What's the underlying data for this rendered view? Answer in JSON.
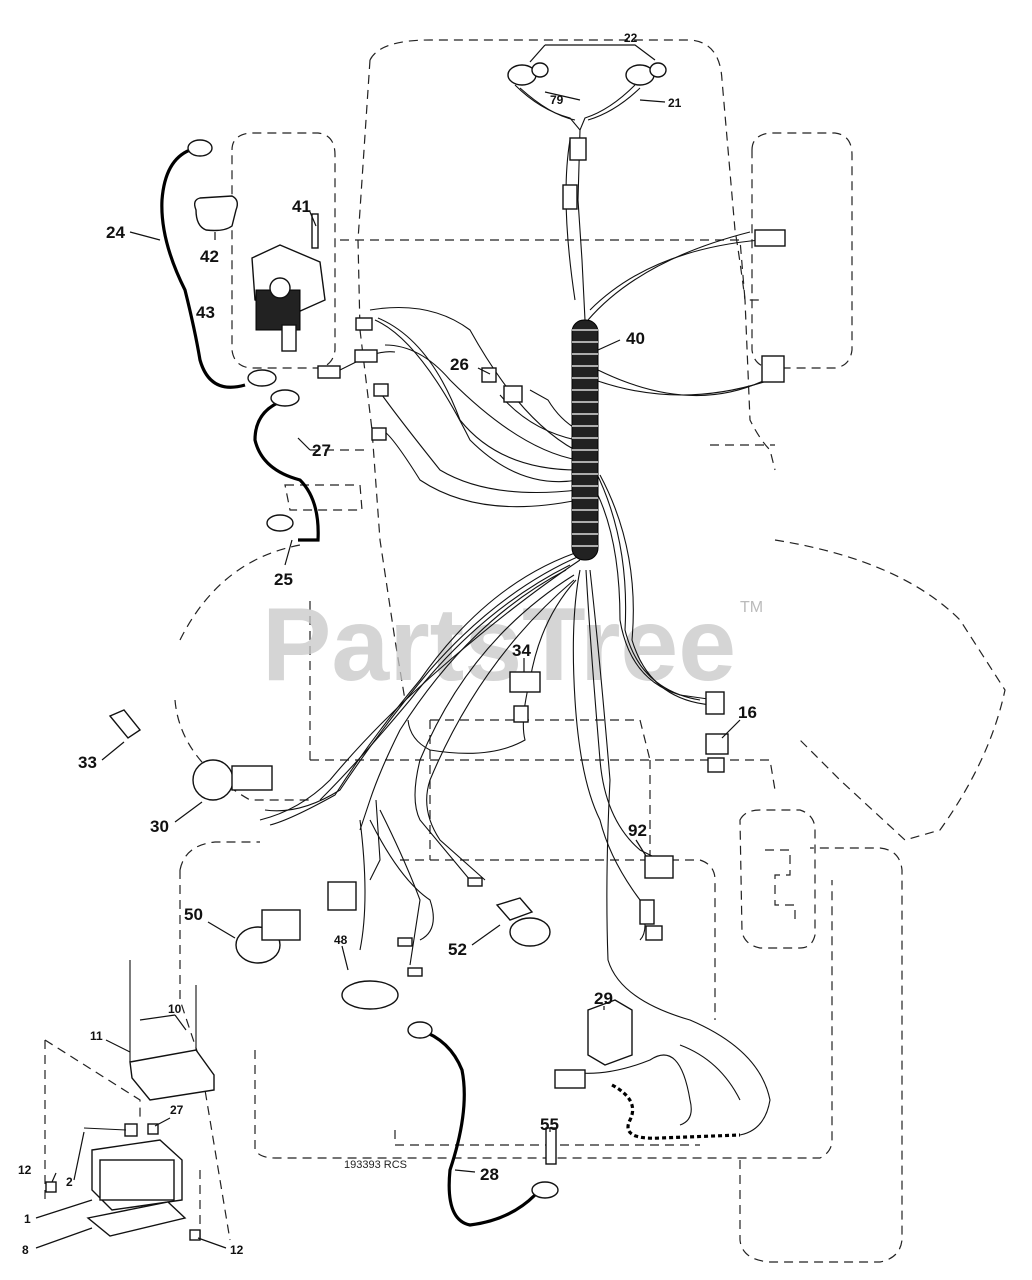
{
  "watermark": {
    "text": "PartsTree",
    "tm": "TM"
  },
  "drawing_code": "193393 RCS",
  "callouts": [
    {
      "id": "c22",
      "text": "22"
    },
    {
      "id": "c79",
      "text": "79"
    },
    {
      "id": "c21",
      "text": "21"
    },
    {
      "id": "c24",
      "text": "24"
    },
    {
      "id": "c41",
      "text": "41"
    },
    {
      "id": "c42",
      "text": "42"
    },
    {
      "id": "c43",
      "text": "43"
    },
    {
      "id": "c40",
      "text": "40"
    },
    {
      "id": "c26",
      "text": "26"
    },
    {
      "id": "c27a",
      "text": "27"
    },
    {
      "id": "c25",
      "text": "25"
    },
    {
      "id": "c34",
      "text": "34"
    },
    {
      "id": "c16",
      "text": "16"
    },
    {
      "id": "c33",
      "text": "33"
    },
    {
      "id": "c30",
      "text": "30"
    },
    {
      "id": "c92",
      "text": "92"
    },
    {
      "id": "c50",
      "text": "50"
    },
    {
      "id": "c48",
      "text": "48"
    },
    {
      "id": "c52",
      "text": "52"
    },
    {
      "id": "c10",
      "text": "10"
    },
    {
      "id": "c11",
      "text": "11"
    },
    {
      "id": "c29",
      "text": "29"
    },
    {
      "id": "c27b",
      "text": "27"
    },
    {
      "id": "c55",
      "text": "55"
    },
    {
      "id": "c12a",
      "text": "12"
    },
    {
      "id": "c2",
      "text": "2"
    },
    {
      "id": "c28",
      "text": "28"
    },
    {
      "id": "c1",
      "text": "1"
    },
    {
      "id": "c8",
      "text": "8"
    },
    {
      "id": "c12b",
      "text": "12"
    }
  ]
}
